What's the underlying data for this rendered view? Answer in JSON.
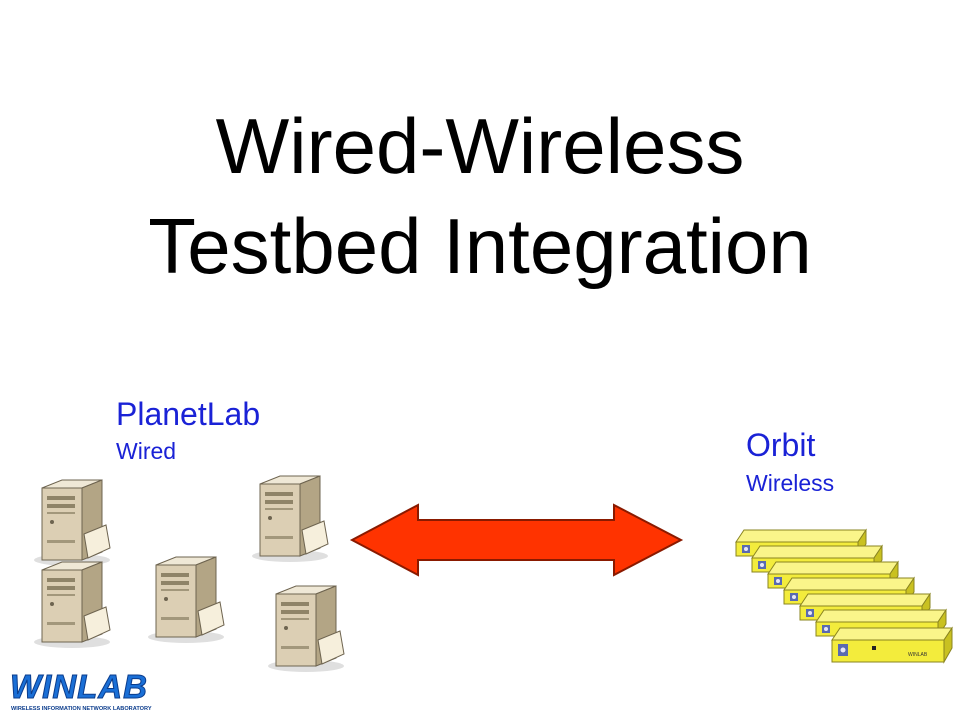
{
  "slide": {
    "title_line1": "Wired-Wireless",
    "title_line2": "Testbed Integration"
  },
  "left_group": {
    "name": "PlanetLab",
    "type": "Wired"
  },
  "right_group": {
    "name": "Orbit",
    "type": "Wireless"
  },
  "logo": {
    "name": "WINLAB",
    "subtitle": "WIRELESS INFORMATION NETWORK LABORATORY",
    "device_badge": "WINLAB"
  },
  "colors": {
    "label_blue": "#1a22d6",
    "arrow_fill": "#ff3300",
    "server_body": "#d8cbb0",
    "node_yellow": "#f3ec3c",
    "logo_blue": "#1a6fd6"
  },
  "icons": {
    "server": "server-tower-icon",
    "wireless_node": "orbit-radio-node-icon",
    "link": "double-headed-arrow-icon"
  }
}
